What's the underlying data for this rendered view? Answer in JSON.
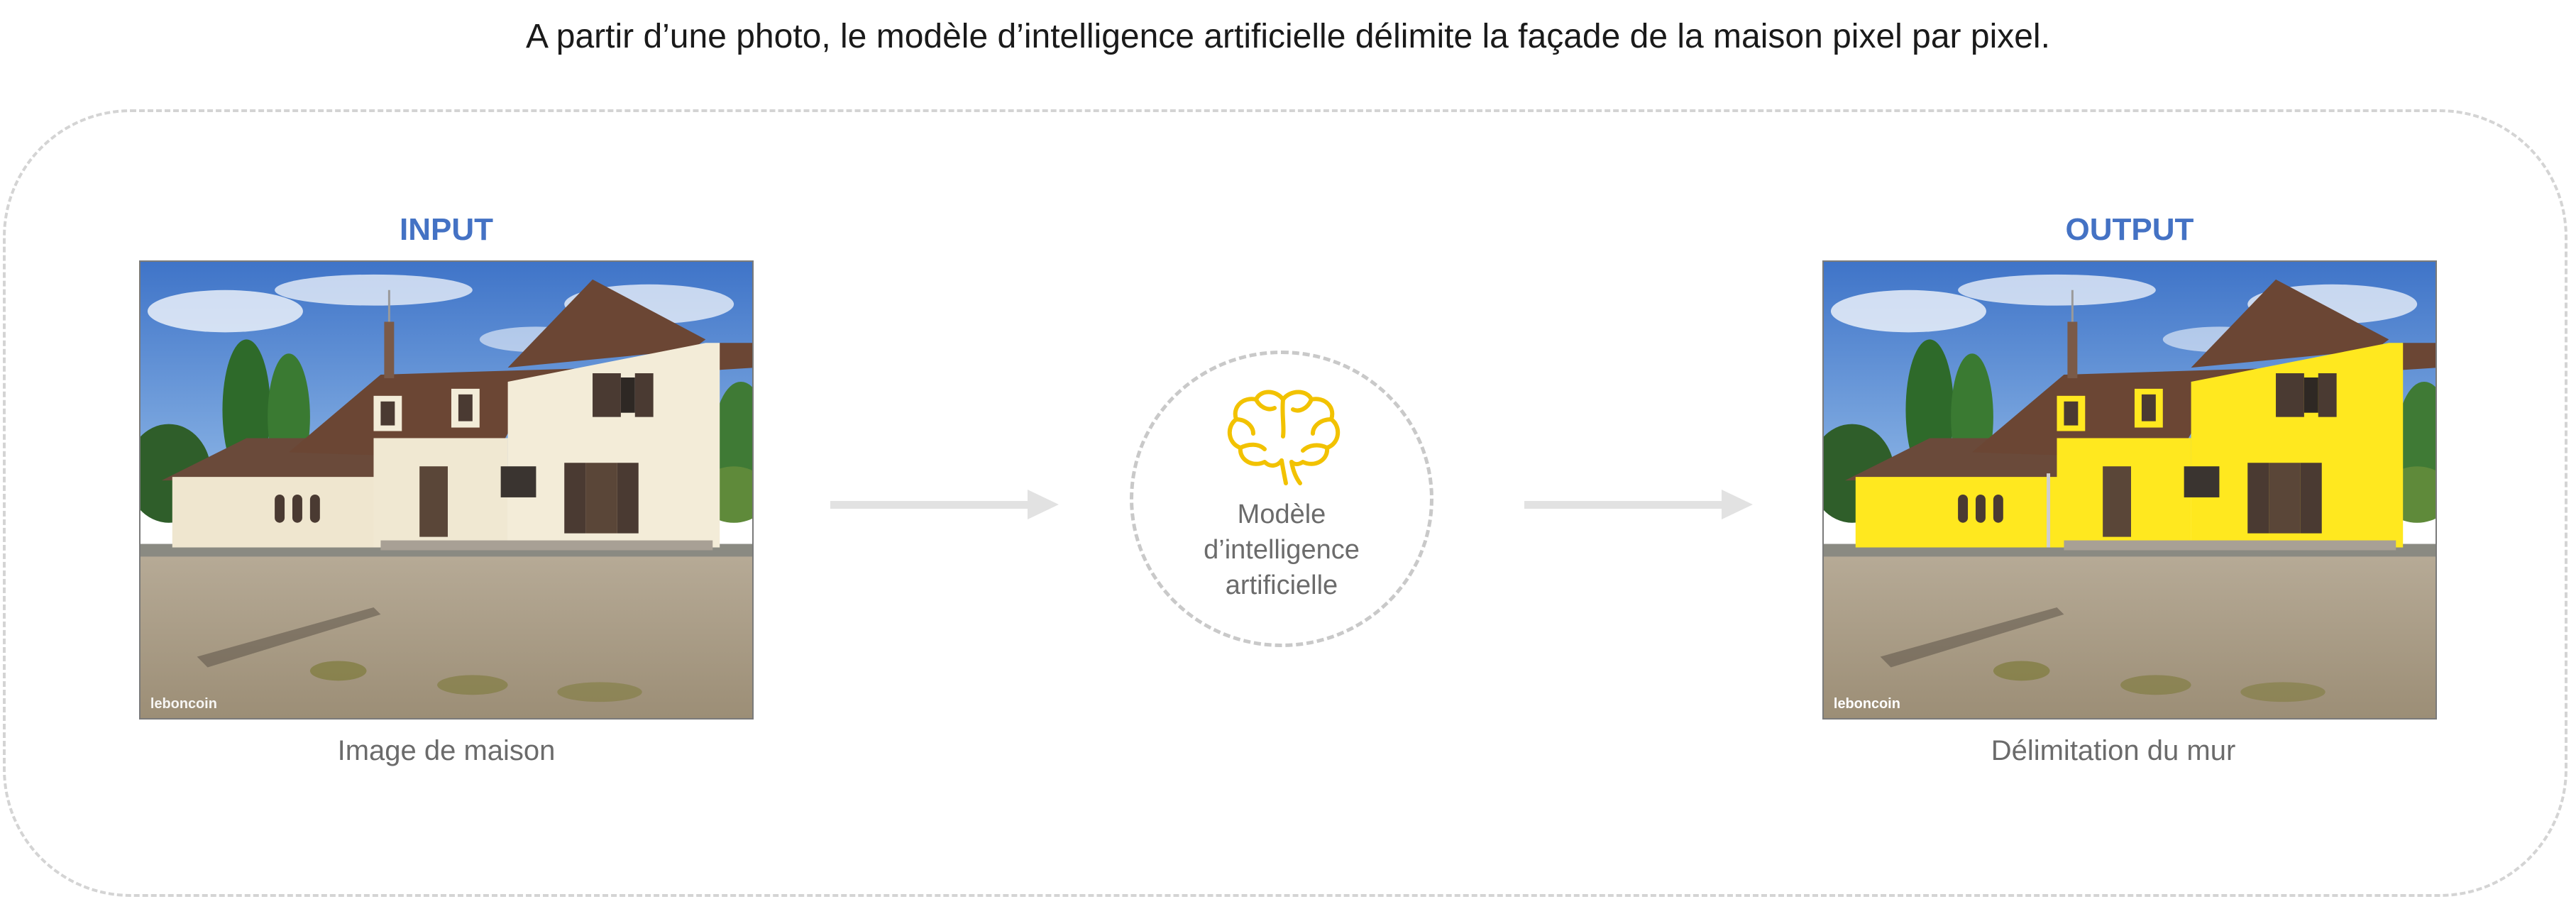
{
  "header": {
    "caption": "A partir d’une photo, le modèle d’intelligence artificielle délimite la façade de la maison pixel par pixel."
  },
  "input_panel": {
    "title": "INPUT",
    "caption": "Image de maison",
    "watermark": "leboncoin"
  },
  "model": {
    "label_line1": "Modèle",
    "label_line2": "d’intelligence",
    "label_line3": "artificielle",
    "icon": "brain-icon"
  },
  "output_panel": {
    "title": "OUTPUT",
    "caption": "Délimitation du mur",
    "watermark": "leboncoin",
    "highlight_color": "#ffe81f"
  },
  "colors": {
    "title_blue": "#4472c4",
    "arrow_gray": "#e2e2e2",
    "dash_gray": "#d4d4d4",
    "brain_yellow": "#f2c200",
    "caption_gray": "#6b6b6b"
  }
}
